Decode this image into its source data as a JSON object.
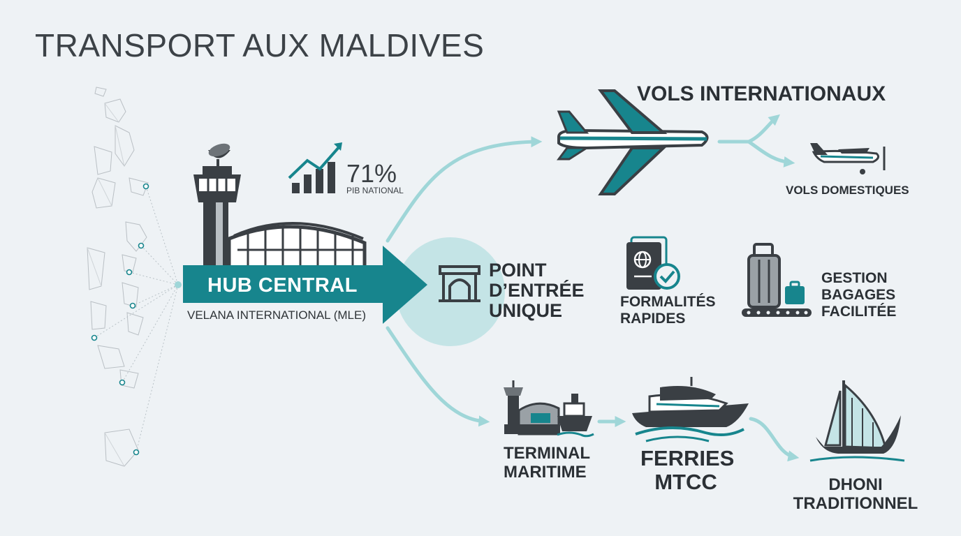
{
  "title": "TRANSPORT AUX MALDIVES",
  "hub": {
    "label": "HUB CENTRAL",
    "subtitle": "VELANA INTERNATIONAL (MLE)"
  },
  "stat": {
    "value": "71%",
    "caption": "PIB NATIONAL"
  },
  "entry_point": {
    "lines": [
      "POINT",
      "D’ENTRÉE",
      "UNIQUE"
    ]
  },
  "international_flights": "VOLS INTERNATIONAUX",
  "domestic_flights": "VOLS DOMESTIQUES",
  "formalities": {
    "lines": [
      "FORMALITÉS",
      "RAPIDES"
    ]
  },
  "baggage": {
    "lines": [
      "GESTION",
      "BAGAGES",
      "FACILITÉE"
    ]
  },
  "maritime_terminal": {
    "lines": [
      "TERMINAL",
      "MARITIME"
    ]
  },
  "ferries": {
    "lines": [
      "FERRIES",
      "MTCC"
    ]
  },
  "dhoni": {
    "lines": [
      "DHONI",
      "TRADITIONNEL"
    ]
  },
  "colors": {
    "teal": "#17858d",
    "teal_light": "#9fd6d8",
    "dark": "#3a3f44",
    "background": "#eef2f5"
  },
  "icons": [
    "maldives-map-icon",
    "control-tower-icon",
    "satellite-dish-icon",
    "terminal-building-icon",
    "growth-chart-icon",
    "arch-icon",
    "airliner-icon",
    "small-plane-icon",
    "passport-icon",
    "check-badge-icon",
    "luggage-icon",
    "port-terminal-icon",
    "cargo-ship-icon",
    "ferry-icon",
    "dhoni-boat-icon"
  ]
}
